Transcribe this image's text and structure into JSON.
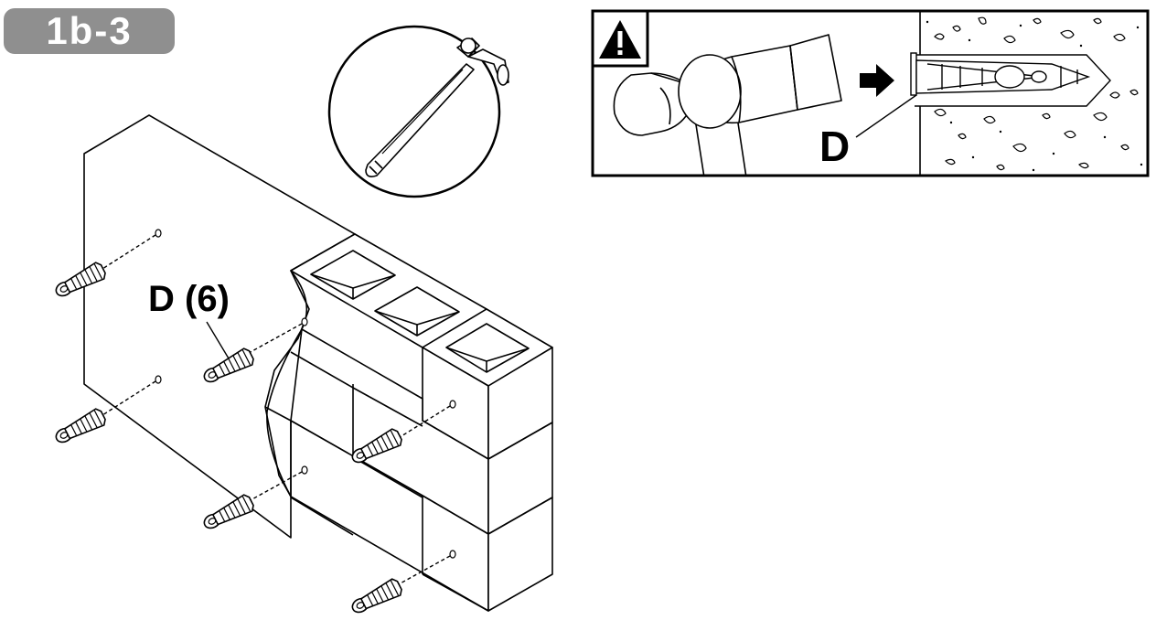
{
  "step": {
    "label": "1b-3"
  },
  "tool": {
    "icon": "hammer-icon"
  },
  "warning": {
    "icon": "warning-triangle-icon"
  },
  "callouts": {
    "anchor_count": "D (6)",
    "anchor_detail": "D"
  },
  "colors": {
    "badge": "#8f8f8f",
    "ink": "#000000",
    "paper": "#ffffff"
  }
}
